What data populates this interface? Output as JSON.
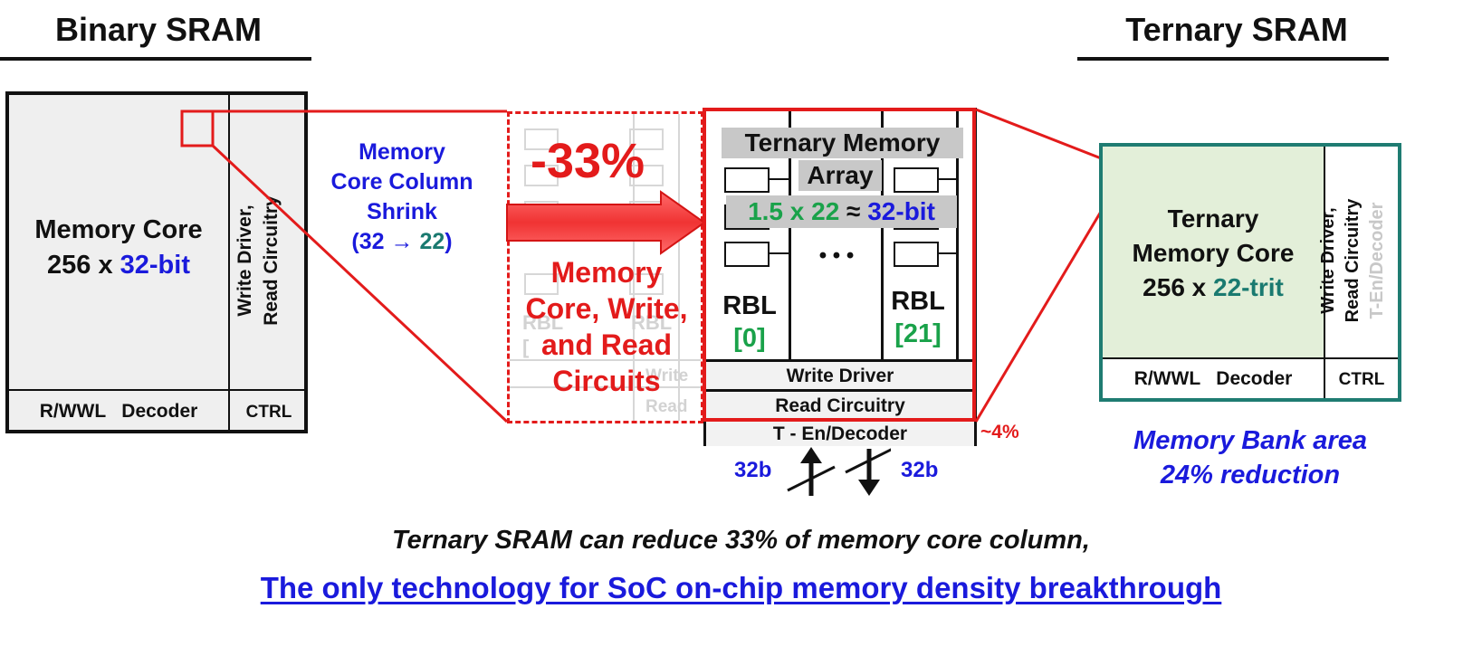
{
  "binary": {
    "title": "Binary SRAM",
    "core_line1": "Memory Core",
    "core_line2_prefix": "256 x ",
    "core_line2_highlight": "32-bit",
    "side_line1": "Write Driver,",
    "side_line2": "Read Circuitry",
    "decoder": "R/WWL   Decoder",
    "ctrl": "CTRL"
  },
  "shrink": {
    "line1": "Memory",
    "line2": "Core Column",
    "line3": "Shrink",
    "formula_open": "(",
    "formula_from": "32",
    "formula_arrow": " → ",
    "formula_to": "22",
    "formula_close": ")"
  },
  "ghost": {
    "percent": "-33%",
    "caption_line1": "Memory",
    "caption_line2": "Core, Write,",
    "caption_line3": "and Read",
    "caption_line4": "Circuits",
    "faded_rbl": "RBL",
    "faded_rbl_index": "[",
    "faded_write": "Write",
    "faded_read": "Read"
  },
  "ternary_array": {
    "header_line1": "Ternary Memory",
    "header_line2": "Array",
    "equation_green": "1.5 x 22",
    "equation_mid": " ≈ ",
    "equation_blue": "32-bit",
    "ellipsis": "• • •",
    "rbl_left": "RBL",
    "rbl_left_index": "[0]",
    "rbl_right": "RBL",
    "rbl_right_index": "[21]",
    "write_driver": "Write Driver",
    "read_circuitry": "Read Circuitry",
    "t_decoder": "T - En/Decoder",
    "overhead": "~4%",
    "bus_in": "32b",
    "bus_out": "32b"
  },
  "ternary": {
    "title": "Ternary SRAM",
    "core_line1": "Ternary",
    "core_line2": "Memory Core",
    "core_line3_prefix": "256 x ",
    "core_line3_highlight": "22-trit",
    "side_line1": "Write Driver,",
    "side_line2": "Read Circuitry",
    "side_line3": "T-En/Decoder",
    "decoder": "R/WWL   Decoder",
    "ctrl": "CTRL",
    "area_line1": "Memory Bank area",
    "area_line2": "24% reduction"
  },
  "footer": {
    "line1": "Ternary SRAM can reduce 33% of memory core column,",
    "line2": "The only technology for SoC on-chip memory density breakthrough"
  },
  "colors": {
    "red": "#e31b1b",
    "blue": "#1a1adc",
    "green": "#1aa24a",
    "teal_border": "#1f7c72",
    "ternary_fill": "#e3efd9",
    "binary_fill": "#efefef"
  }
}
